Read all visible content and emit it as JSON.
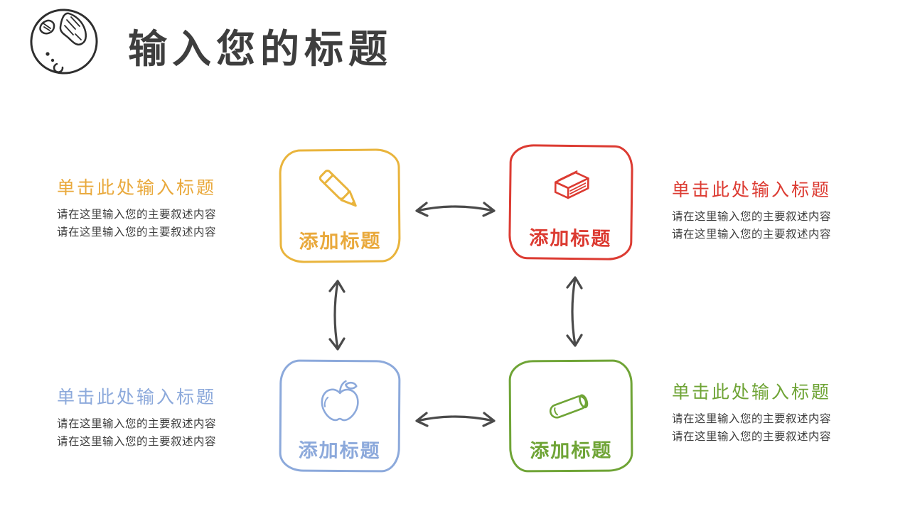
{
  "slide": {
    "title": "输入您的标题"
  },
  "nodes": [
    {
      "icon": "pencil-icon",
      "label": "添加标题",
      "color": "#E9B43C"
    },
    {
      "icon": "book-icon",
      "label": "添加标题",
      "color": "#DC3B32"
    },
    {
      "icon": "apple-icon",
      "label": "添加标题",
      "color": "#8CA9DB"
    },
    {
      "icon": "chalk-icon",
      "label": "添加标题",
      "color": "#6FA436"
    }
  ],
  "captions": [
    {
      "heading": "单击此处输入标题",
      "lines": [
        "请在这里输入您的主要叙述内容",
        "请在这里输入您的主要叙述内容"
      ],
      "color": "#E9B43C"
    },
    {
      "heading": "单击此处输入标题",
      "lines": [
        "请在这里输入您的主要叙述内容",
        "请在这里输入您的主要叙述内容"
      ],
      "color": "#DC3B32"
    },
    {
      "heading": "单击此处输入标题",
      "lines": [
        "请在这里输入您的主要叙述内容",
        "请在这里输入您的主要叙述内容"
      ],
      "color": "#8CA9DB"
    },
    {
      "heading": "单击此处输入标题",
      "lines": [
        "请在这里输入您的主要叙述内容",
        "请在这里输入您的主要叙述内容"
      ],
      "color": "#6FA436"
    }
  ]
}
